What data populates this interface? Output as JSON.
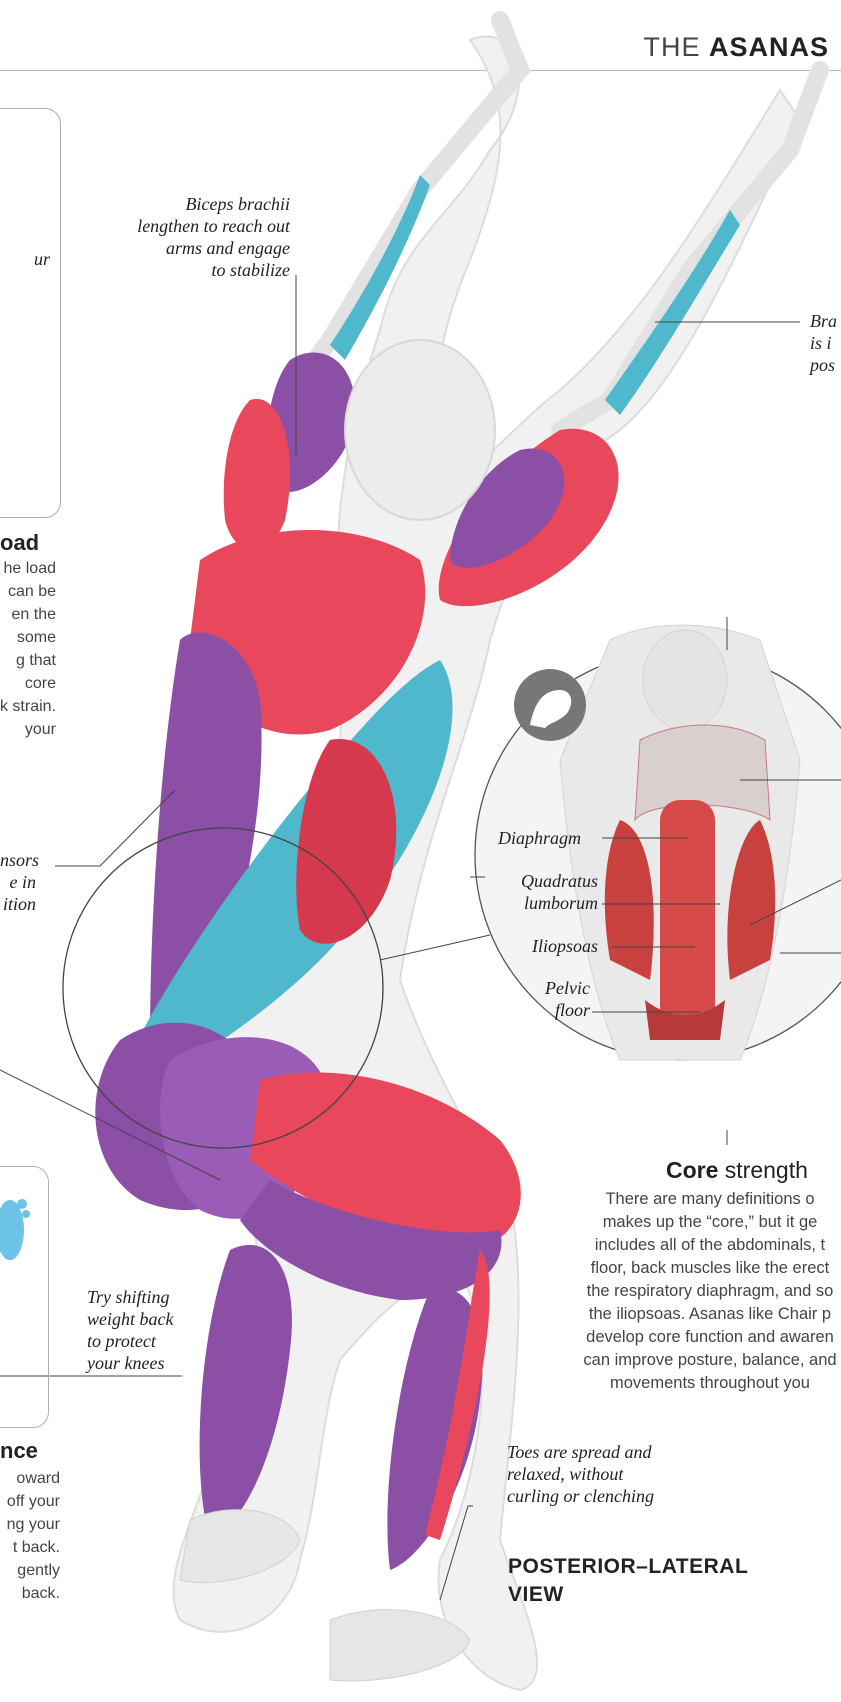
{
  "header": {
    "prefix": "THE",
    "title": "ASANAS"
  },
  "labels": {
    "biceps": [
      "Biceps brachii",
      "lengthen to reach out",
      "arms and engage",
      "to stabilize"
    ],
    "brachialis_cut": [
      "Bra",
      "is i",
      "pos"
    ],
    "left_box_cut": "ur",
    "erector_cut": [
      "nsors",
      "e in",
      "ition"
    ],
    "shift_weight": [
      "Try shifting",
      "weight back",
      "to protect",
      "your knees"
    ],
    "toes": [
      "Toes are spread and",
      "relaxed, without",
      "curling or clenching"
    ],
    "diaphragm": "Diaphragm",
    "quadratus": [
      "Quadratus",
      "lumborum"
    ],
    "iliopsoas": "Iliopsoas",
    "pelvic": [
      "Pelvic",
      "floor"
    ]
  },
  "side_load": {
    "title": "oad",
    "lines": [
      "he load",
      "can be",
      "en the",
      "some",
      "g that",
      "core",
      "k strain.",
      "your"
    ]
  },
  "side_balance": {
    "title": "nce",
    "lines": [
      "oward",
      "off your",
      "ng your",
      "t back.",
      "gently",
      "back."
    ]
  },
  "core": {
    "title_bold": "Core",
    "title_rest": " strength",
    "lines": [
      "There are many definitions o",
      "makes up the “core,” but it ge",
      "includes all of the abdominals, t",
      "floor, back muscles like the erect",
      "the respiratory diaphragm, and so",
      "the iliopsoas.  Asanas like Chair p",
      "develop core function and awaren",
      "can improve posture, balance, and",
      "movements throughout you"
    ]
  },
  "view": {
    "line1": "POSTERIOR–LATERAL",
    "line2": "VIEW"
  },
  "colors": {
    "muscle_red": "#e8475c",
    "muscle_purple": "#8b4fa6",
    "muscle_cyan": "#4fb8cc",
    "bone": "#eeeeee",
    "skin": "#e6e6e6"
  }
}
